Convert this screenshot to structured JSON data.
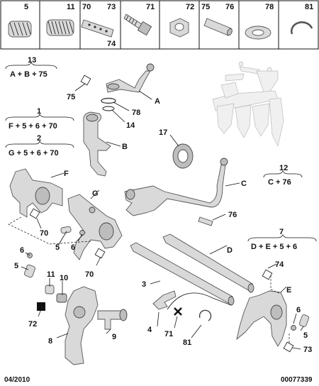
{
  "header_cells": [
    {
      "id": "c1",
      "labels": [
        "5"
      ],
      "icon": "spring-icon"
    },
    {
      "id": "c2",
      "labels": [
        "11"
      ],
      "icon": "spring-icon"
    },
    {
      "id": "c3",
      "labels": [
        "70",
        "73",
        "74"
      ],
      "icon": "perforated-tube-icon"
    },
    {
      "id": "c4",
      "labels": [
        "71"
      ],
      "icon": "bolt-icon"
    },
    {
      "id": "c5",
      "labels": [
        "72"
      ],
      "icon": "nut-icon"
    },
    {
      "id": "c6",
      "labels": [
        "75",
        "76"
      ],
      "icon": "pin-icon"
    },
    {
      "id": "c7",
      "labels": [
        "78"
      ],
      "icon": "washer-icon"
    },
    {
      "id": "c8",
      "labels": [
        "81"
      ],
      "icon": "circlip-icon"
    }
  ],
  "formulas": [
    {
      "num": "13",
      "expr": "A + B + 75"
    },
    {
      "num": "1",
      "expr": "F + 5 + 6 + 70"
    },
    {
      "num": "2",
      "expr": "G + 5 + 6 + 70"
    },
    {
      "num": "12",
      "expr": "C + 76"
    },
    {
      "num": "7",
      "expr": "D + E + 5 + 6"
    }
  ],
  "callouts": {
    "c75a": "75",
    "cA": "A",
    "c78": "78",
    "c14": "14",
    "cB": "B",
    "c17": "17",
    "cC": "C",
    "c76": "76",
    "cF": "F",
    "cG": "G",
    "c70a": "70",
    "c5a": "5",
    "c6a": "6",
    "c6b": "6",
    "c5b": "5",
    "c70b": "70",
    "cD": "D",
    "c11": "11",
    "c10": "10",
    "c3": "3",
    "c72": "72",
    "c74": "74",
    "cE": "E",
    "c6c": "6",
    "c5c": "5",
    "c8": "8",
    "c9": "9",
    "c4": "4",
    "c71": "71",
    "c81": "81",
    "c73": "73"
  },
  "footer": {
    "date": "04/2010",
    "ref": "00077339"
  }
}
